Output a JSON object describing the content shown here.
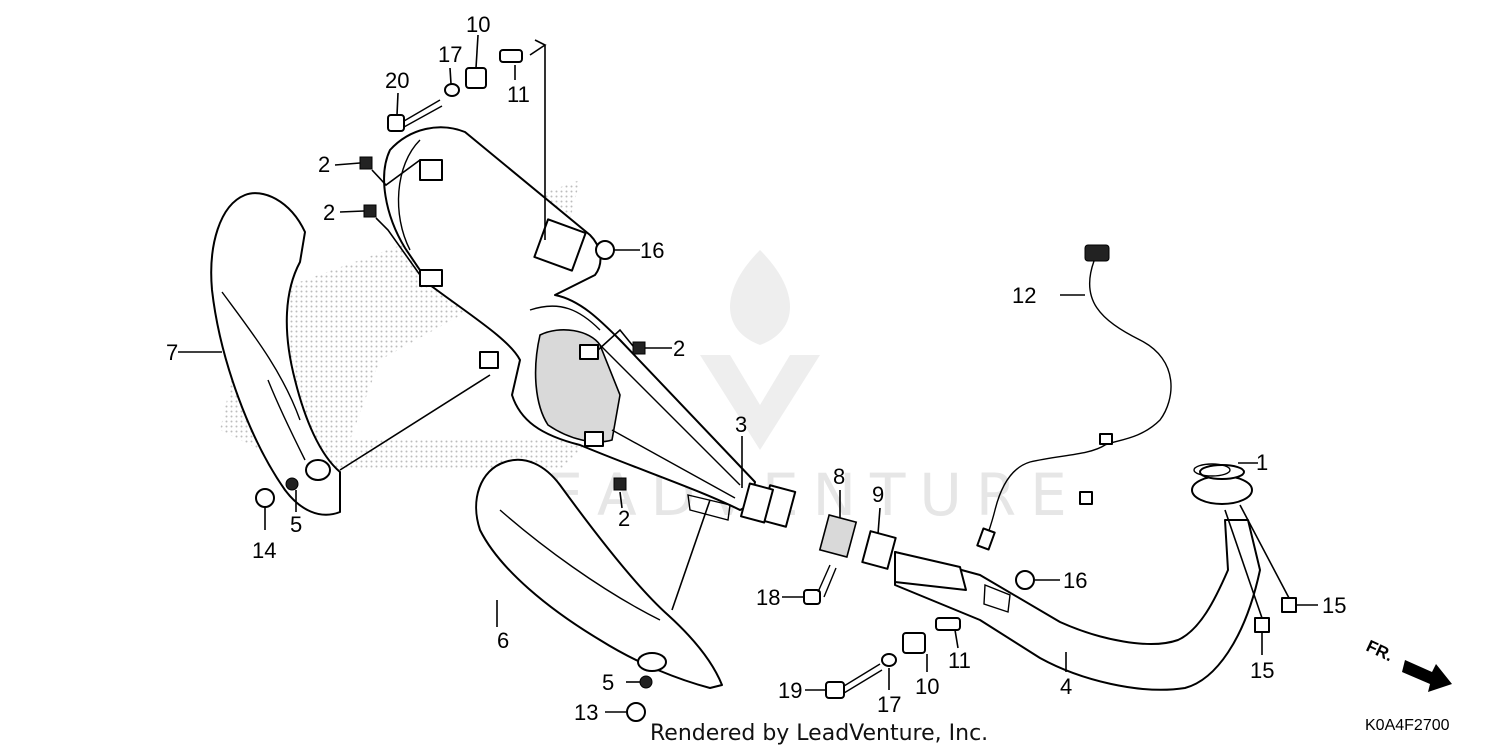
{
  "watermark": {
    "text": "LEADVENTURE"
  },
  "footer": {
    "credit": "Rendered by LeadVenture, Inc."
  },
  "diagram_code": "K0A4F2700",
  "front_indicator": "FR.",
  "callouts": [
    {
      "id": "c-1",
      "text": "1"
    },
    {
      "id": "c-2a",
      "text": "2"
    },
    {
      "id": "c-2b",
      "text": "2"
    },
    {
      "id": "c-2c",
      "text": "2"
    },
    {
      "id": "c-2d",
      "text": "2"
    },
    {
      "id": "c-3",
      "text": "3"
    },
    {
      "id": "c-4",
      "text": "4"
    },
    {
      "id": "c-5a",
      "text": "5"
    },
    {
      "id": "c-5b",
      "text": "5"
    },
    {
      "id": "c-6",
      "text": "6"
    },
    {
      "id": "c-7",
      "text": "7"
    },
    {
      "id": "c-8",
      "text": "8"
    },
    {
      "id": "c-9",
      "text": "9"
    },
    {
      "id": "c-10a",
      "text": "10"
    },
    {
      "id": "c-10b",
      "text": "10"
    },
    {
      "id": "c-11a",
      "text": "11"
    },
    {
      "id": "c-11b",
      "text": "11"
    },
    {
      "id": "c-12",
      "text": "12"
    },
    {
      "id": "c-13",
      "text": "13"
    },
    {
      "id": "c-14",
      "text": "14"
    },
    {
      "id": "c-15a",
      "text": "15"
    },
    {
      "id": "c-15b",
      "text": "15"
    },
    {
      "id": "c-16a",
      "text": "16"
    },
    {
      "id": "c-16b",
      "text": "16"
    },
    {
      "id": "c-17a",
      "text": "17"
    },
    {
      "id": "c-17b",
      "text": "17"
    },
    {
      "id": "c-18",
      "text": "18"
    },
    {
      "id": "c-19",
      "text": "19"
    },
    {
      "id": "c-20",
      "text": "20"
    }
  ]
}
